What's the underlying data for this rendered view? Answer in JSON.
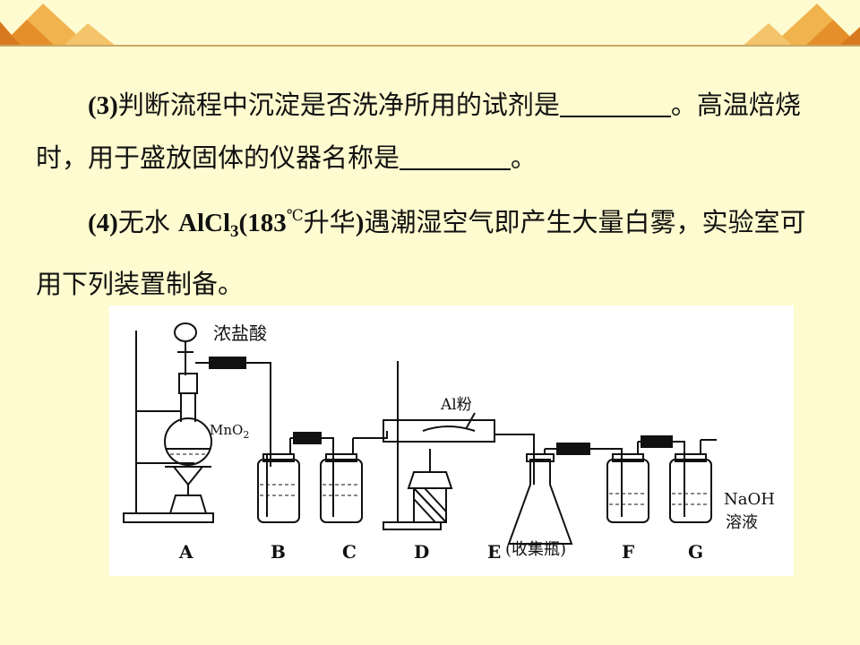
{
  "q3": {
    "num": "(3)",
    "part1": "判断流程中沉淀是否洗净所用的试剂是",
    "part2": "。高温焙烧时，用于盛放固体的仪器名称是",
    "part3": "。"
  },
  "q4": {
    "num": "(4)",
    "part1": "无水 ",
    "formula_main": "AlCl",
    "formula_sub": "3",
    "formula_paren": "(183",
    "degree": "℃",
    "part2": "升华",
    "paren_close": ")",
    "part3": "遇潮湿空气即产生大量白雾，实验室可用下列装置制备。"
  },
  "diagram": {
    "labels": {
      "hcl": "浓盐酸",
      "mno2": "MnO",
      "mno2_sub": "2",
      "al": "Al粉",
      "naoh_1": "NaOH",
      "naoh_2": "溶液",
      "collect": "(收集瓶)"
    },
    "units": [
      "A",
      "B",
      "C",
      "D",
      "E",
      "F",
      "G"
    ]
  }
}
